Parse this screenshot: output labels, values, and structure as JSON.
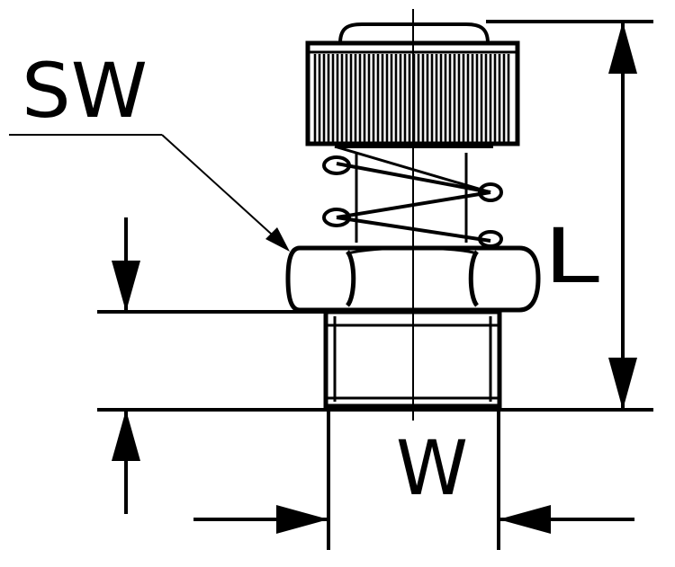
{
  "labels": {
    "wrench_size": "SW",
    "thread_size": "W",
    "overall_length": "L"
  },
  "colors": {
    "ink": "#000000",
    "paper": "#ffffff"
  }
}
